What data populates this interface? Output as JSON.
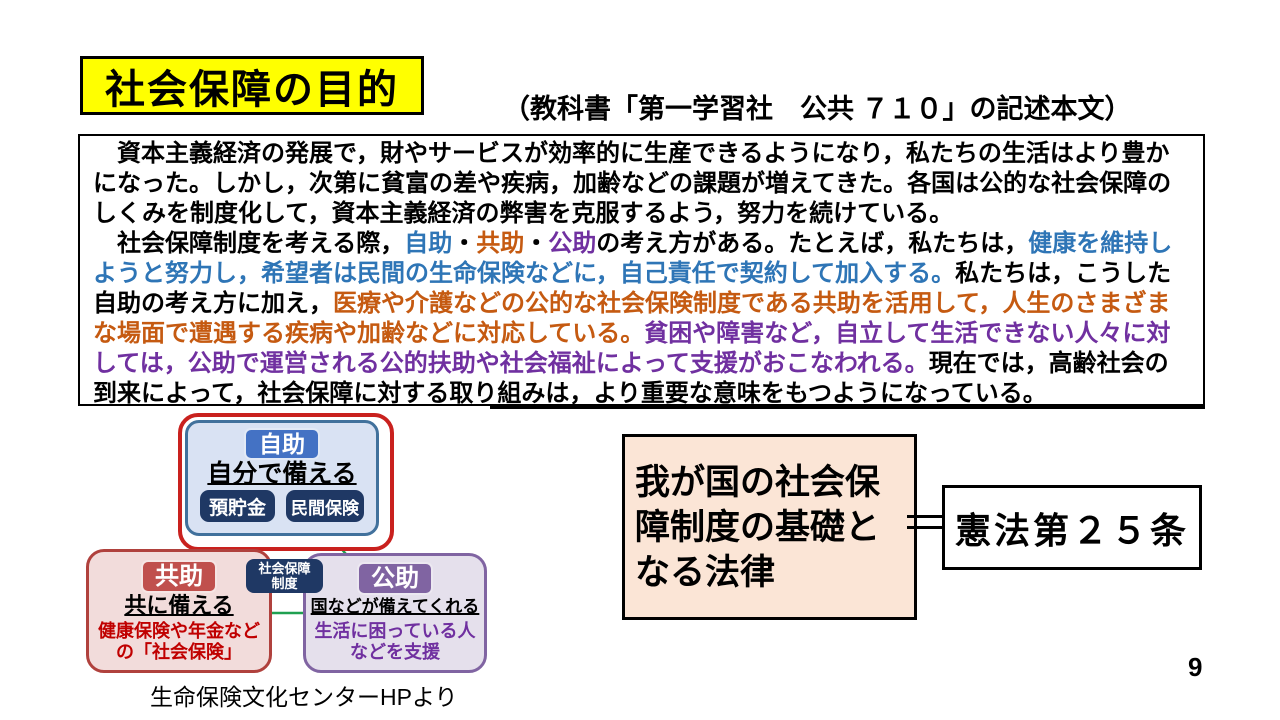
{
  "slide": {
    "title": "社会保障の目的",
    "subtitle": "（教科書「第一学習社　公共 ７１０」の記述本文）",
    "page_number": "9"
  },
  "colors": {
    "yellow": "#FFFF00",
    "text-blue": "#2E75B6",
    "text-orange": "#C55A11",
    "text-purple": "#7030A0",
    "red-border": "#C9211E",
    "jijo-fill": "#D9E2F3",
    "jijo-line": "#41719C",
    "jijo-badge": "#4472C4",
    "navy": "#1F3864",
    "kyojo-fill": "#F2DCDB",
    "kyojo-line": "#B0413D",
    "kyojo-badge": "#C0504D",
    "red-note": "#C00000",
    "kojo-fill": "#E5E0EC",
    "kojo-line": "#8064A2",
    "kojo-badge": "#8064A2",
    "green-line": "#1FA050",
    "peach": "#FBE5D6"
  },
  "body_text": {
    "segments": [
      {
        "text": "　資本主義経済の発展で，財やサービスが効率的に生産できるようになり，私たちの生活はより豊かになった。しかし，次第に貧富の差や疾病，加齢などの課題が増えてきた。各国は公的な社会保障のしくみを制度化して，資本主義経済の弊害を克服するよう，努力を続けている。\n　社会保障制度を考える際，",
        "color": "black"
      },
      {
        "text": "自助",
        "color": "blue"
      },
      {
        "text": "・",
        "color": "black"
      },
      {
        "text": "共助",
        "color": "orange"
      },
      {
        "text": "・",
        "color": "black"
      },
      {
        "text": "公助",
        "color": "purple"
      },
      {
        "text": "の考え方がある。たとえば，私たちは，",
        "color": "black"
      },
      {
        "text": "健康を維持しようと努力し，希望者は民間の生命保険などに，自己責任で契約して加入する。",
        "color": "blue"
      },
      {
        "text": "私たちは，こうした自助の考え方に加え，",
        "color": "black"
      },
      {
        "text": "医療や介護などの公的な社会保険制度である共助を活用して，人生のさまざまな場面で遭遇する疾病や加齢などに対応している。",
        "color": "orange"
      },
      {
        "text": "貧困や障害など，自立して生活できない人々に対しては，公助で運営される公的扶助や社会福祉によって支援がおこなわれる。",
        "color": "purple"
      },
      {
        "text": "現在では，高齢社会の到来によって，社会保障に対する取り組みは，より重要な意味をもつようになっている。",
        "color": "black"
      }
    ]
  },
  "diagram": {
    "jijo": {
      "badge": "自助",
      "heading": "自分で備える",
      "items": [
        "預貯金",
        "民間保険"
      ]
    },
    "kyojo": {
      "badge": "共助",
      "heading": "共に備える",
      "note": "健康保険や年金など\nの「社会保険」"
    },
    "kojo": {
      "badge": "公助",
      "heading": "国などが備えてくれる",
      "note": "生活に困っている人\nなどを支援"
    },
    "center_label": "社会保障\n制度",
    "caption": "生命保険文化センターHPより"
  },
  "law": {
    "left_box": "我が国の社会保\n障制度の基礎と\nなる法律",
    "right_box": "憲法第２５条"
  }
}
